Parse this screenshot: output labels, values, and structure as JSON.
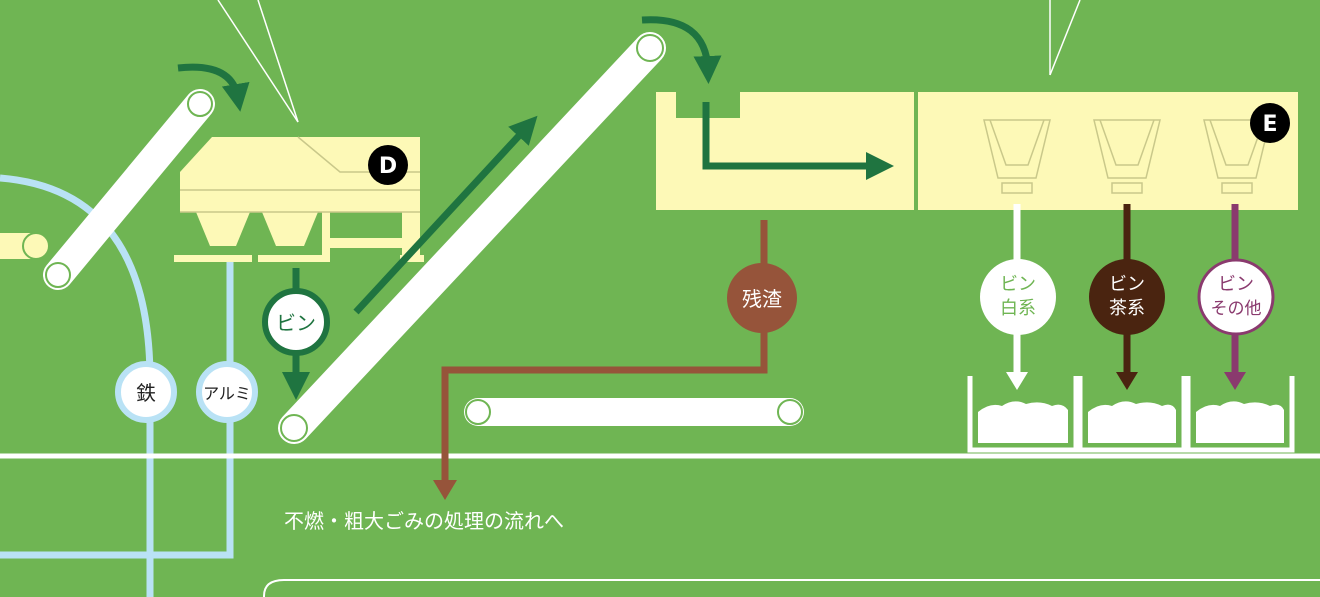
{
  "labels": {
    "tetsu": "鉄",
    "arumi": "アルミ",
    "bin": "ビン",
    "zansa": "残渣",
    "bin_shiro_1": "ビン",
    "bin_shiro_2": "白系",
    "bin_cha_1": "ビン",
    "bin_cha_2": "茶系",
    "bin_sono_1": "ビン",
    "bin_sono_2": "その他",
    "flow_text": "不燃・粗大ごみの処理の流れへ",
    "marker_d": "D",
    "marker_e": "E"
  },
  "colors": {
    "background": "#6fb553",
    "machine": "#fdf9b7",
    "light_blue": "#b9e2f5",
    "dark_green": "#1f7440",
    "brown": "#96543a",
    "dark_brown": "#4a2410",
    "purple": "#8a3a6e",
    "bin_white_text": "#6fb553"
  }
}
